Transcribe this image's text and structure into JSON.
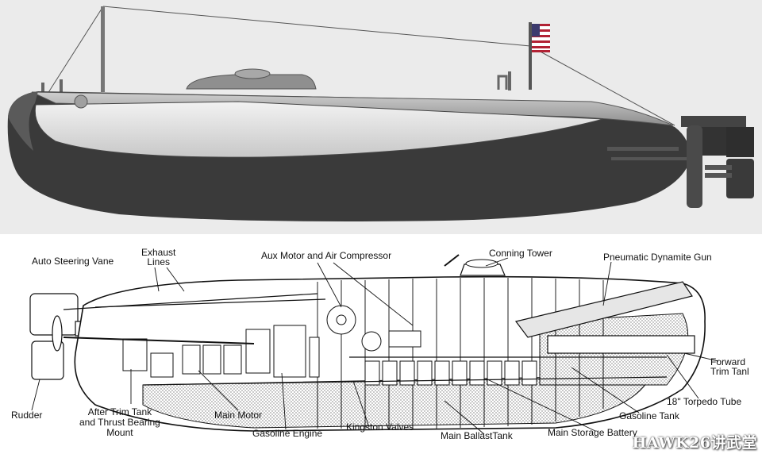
{
  "labels": {
    "auto_steering_vane": "Auto Steering Vane",
    "exhaust_lines": "Exhaust\nLines",
    "aux_motor": "Aux Motor and Air Compressor",
    "conning_tower": "Conning Tower",
    "pneumatic_gun": "Pneumatic Dynamite Gun",
    "forward_trim_tank": "Forward\nTrim Tanl",
    "torpedo_tube": "18\" Torpedo Tube",
    "gasoline_tank": "Gasoline Tank",
    "main_storage_battery": "Main Storage Battery",
    "main_ballast_tank": "Main BallastTank",
    "kingston_valves": "Kingston Valves",
    "gasoline_engine": "Gasoline Engine",
    "main_motor": "Main Motor",
    "after_trim_tank": "After Trim Tank\nand Thrust Bearing\nMount",
    "rudder": "Rudder"
  },
  "watermark": "HAWK26讲武堂",
  "colors": {
    "hull_dark": "#3a3a3a",
    "hull_light": "#d2d2d2",
    "deck": "#a9a9a9",
    "background_top": "#ebebeb",
    "flag_red": "#b22234",
    "flag_blue": "#3c3b6e"
  }
}
